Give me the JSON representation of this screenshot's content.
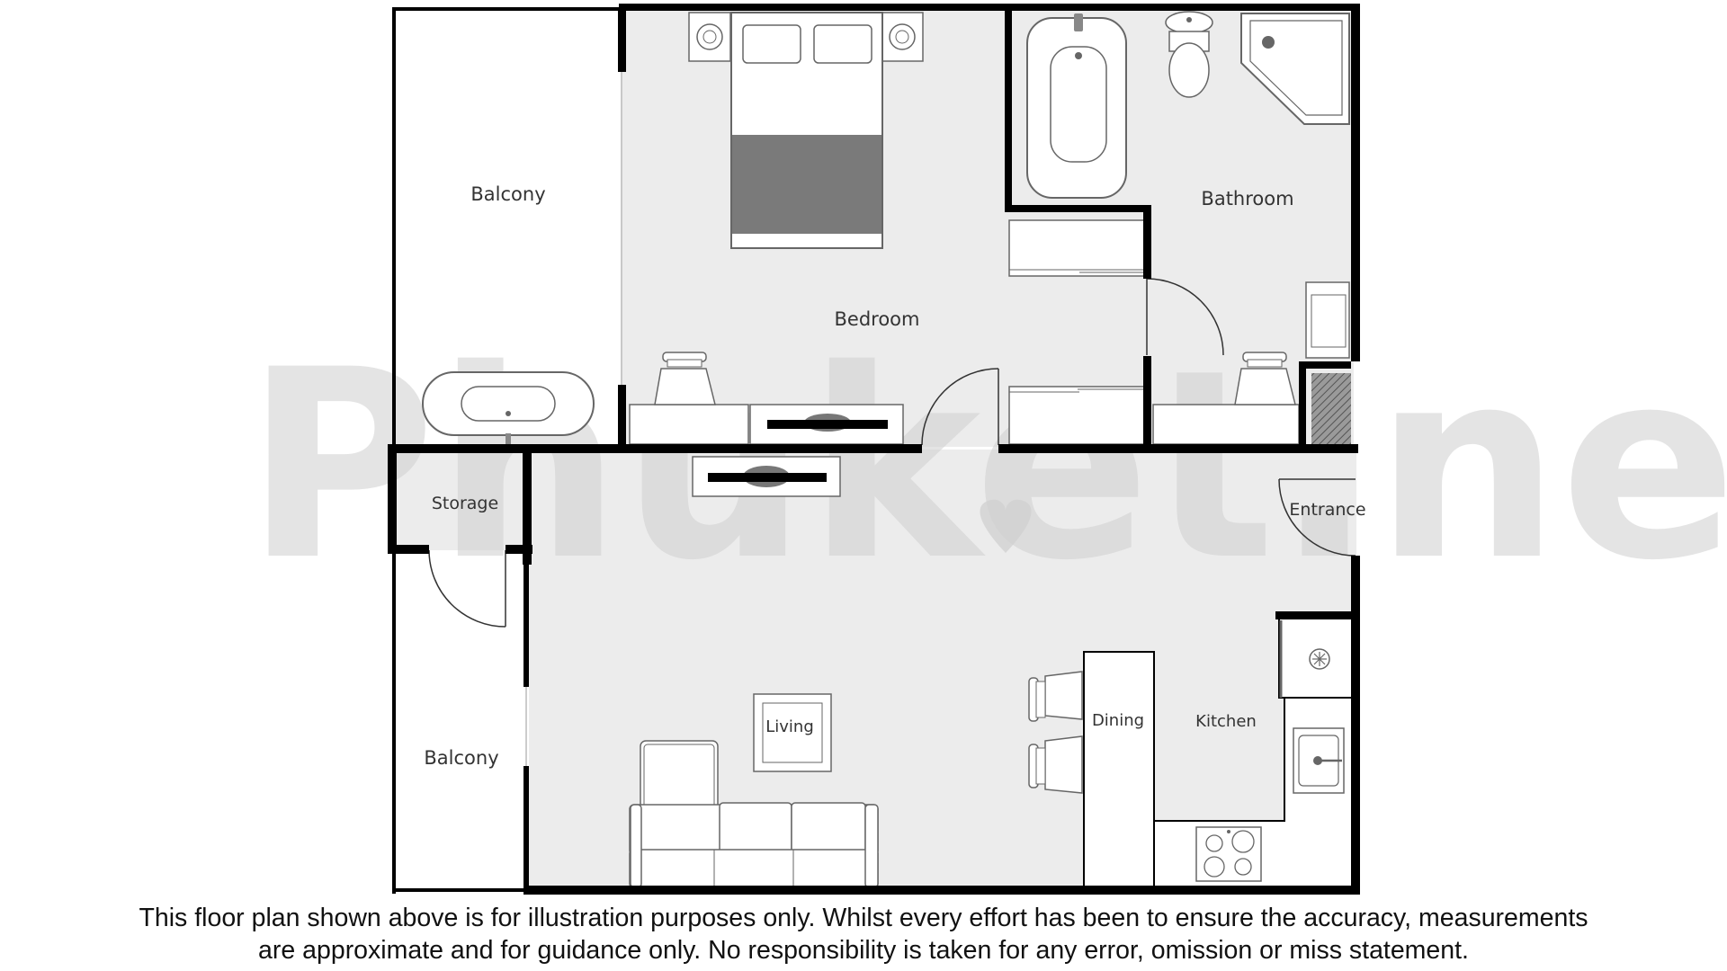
{
  "rooms": {
    "balcony_top": "Balcony",
    "bedroom": "Bedroom",
    "bathroom": "Bathroom",
    "storage": "Storage",
    "entrance": "Entrance",
    "balcony_bottom": "Balcony",
    "living": "Living",
    "dining": "Dining",
    "kitchen": "Kitchen"
  },
  "watermark": "Phuket.net",
  "disclaimer": {
    "line1": "This floor plan shown above is for illustration purposes only. Whilst every effort has been to ensure the accuracy, measurements",
    "line2": "are approximate and for guidance only. No responsibility is taken for any error, omission or miss statement."
  },
  "colors": {
    "floor": "#ececec",
    "wall": "#000000",
    "furniture_fill": "#ffffff",
    "furniture_stroke": "#666666",
    "bed_cover": "#7a7a7a"
  }
}
